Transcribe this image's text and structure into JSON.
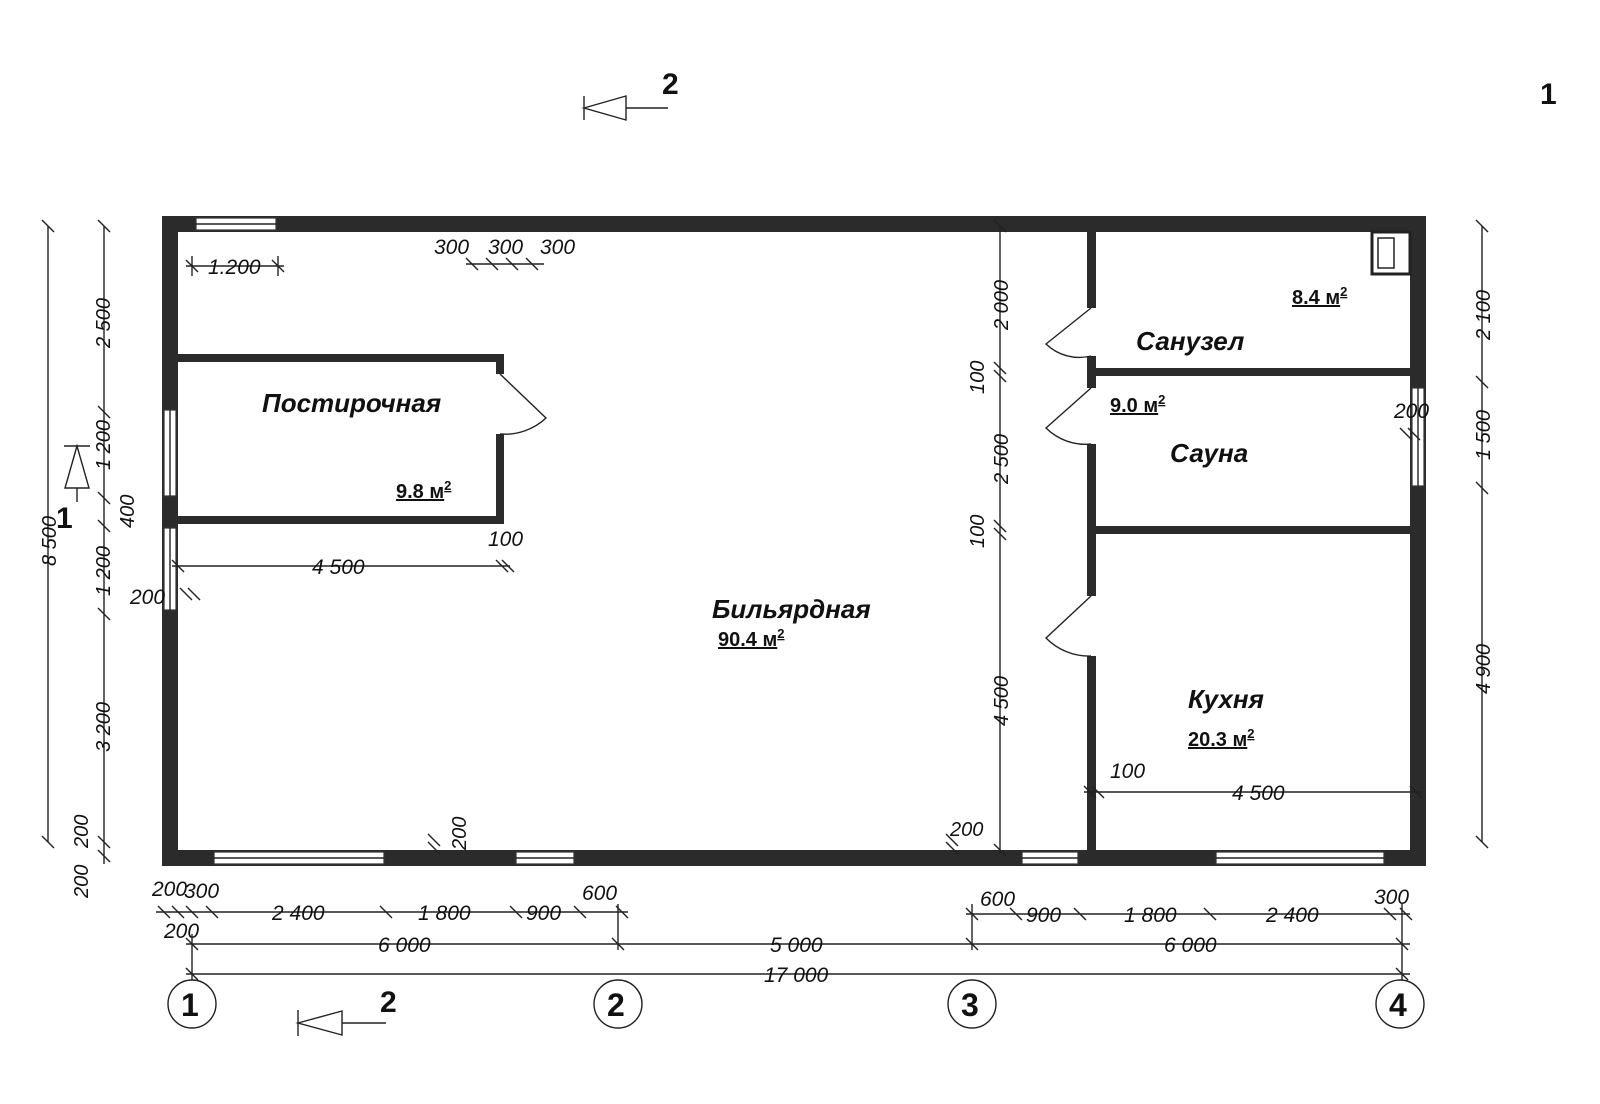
{
  "sheet_number": "1",
  "section_marks": {
    "top": "2",
    "bottom": "2",
    "left": "1"
  },
  "rooms": [
    {
      "name": "Постирочная",
      "area": "9.8 м"
    },
    {
      "name": "Бильярдная",
      "area": "90.4 м"
    },
    {
      "name": "Санузел",
      "area": "8.4 м"
    },
    {
      "name": "Сауна",
      "area": "9.0 м"
    },
    {
      "name": "Кухня",
      "area": "20.3 м"
    }
  ],
  "area_superscript": "2",
  "axes": [
    "1",
    "2",
    "3",
    "4"
  ],
  "bottom_dims": {
    "row1_left": [
      "200",
      "300",
      "2 400",
      "1 800",
      "900",
      "600"
    ],
    "row1_right": [
      "600",
      "900",
      "1 800",
      "2 400",
      "300"
    ],
    "row1_extra": "200",
    "row2": [
      "6 000",
      "5 000",
      "6 000"
    ],
    "row3": "17 000"
  },
  "left_dims": {
    "total": "8 500",
    "chain": [
      "2 500",
      "1 200",
      "400",
      "1 200",
      "3 200",
      "200",
      "200"
    ]
  },
  "right_dims": [
    "2 100",
    "1 500",
    "4 900"
  ],
  "interior_dims": {
    "top_window": "1.200",
    "top_small": [
      "300",
      "300",
      "300"
    ],
    "laundry_width": "4 500",
    "laundry_wall": "100",
    "left_window_offset": "200",
    "col3_chain": [
      "2 000",
      "100",
      "2 500",
      "100",
      "4 500"
    ],
    "sauna_window": "200",
    "kitchen_wall": "100",
    "kitchen_width": "4 500",
    "bottom_offset_left": "200",
    "bottom_offset_right": "200"
  }
}
